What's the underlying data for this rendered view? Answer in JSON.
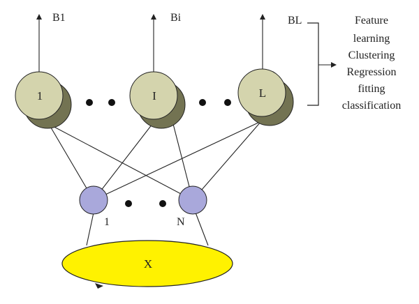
{
  "diagram": {
    "output_labels": [
      "B1",
      "Bi",
      "BL"
    ],
    "hidden_nodes": [
      "1",
      "I",
      "L"
    ],
    "input_nodes": [
      "1",
      "N"
    ],
    "input_set": "X",
    "tasks": [
      "Feature",
      "learning",
      "Clustering",
      "Regression",
      "fitting",
      "classification"
    ]
  },
  "colors": {
    "hidden_fill": "#d4d4ad",
    "hidden_shadow": "#737352",
    "input_fill": "#a9a8db",
    "ellipse_fill": "#fff200",
    "line": "#222222"
  }
}
